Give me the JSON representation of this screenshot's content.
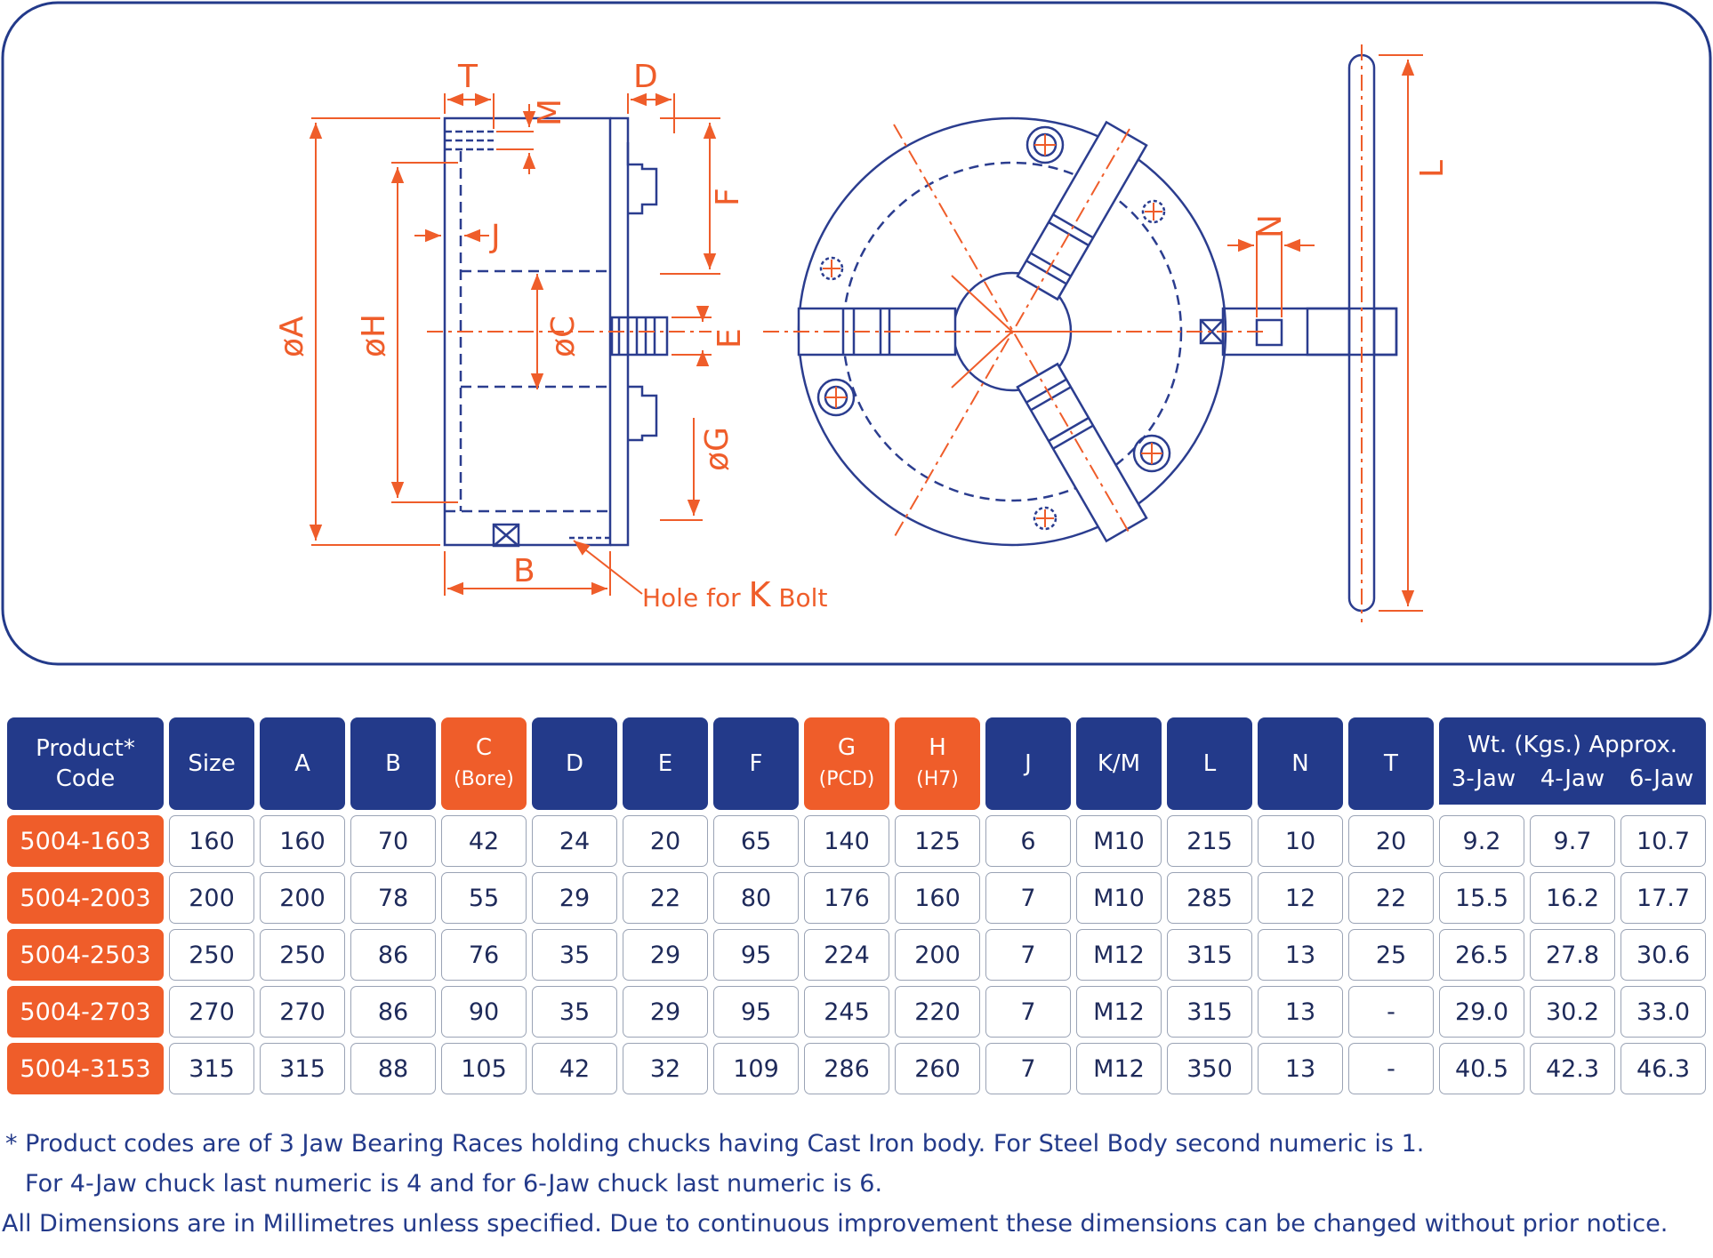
{
  "drawing": {
    "labels": {
      "T": "T",
      "D": "D",
      "M": "M",
      "F": "F",
      "J": "J",
      "A": "øA",
      "H": "øH",
      "C": "øC",
      "E": "E",
      "G": "øG",
      "B": "B",
      "L": "L",
      "N": "N"
    },
    "hole_note": {
      "prefix": "Hole for ",
      "k": "K",
      "suffix": " Bolt"
    }
  },
  "colors": {
    "navy": "#233a8a",
    "orange": "#ef5d2a",
    "line": "#2b3d8f"
  },
  "table": {
    "headers": {
      "code": "Product* Code",
      "size": "Size",
      "a": "A",
      "b": "B",
      "c": "C",
      "c_sub": "(Bore)",
      "d": "D",
      "e": "E",
      "f": "F",
      "g": "G",
      "g_sub": "(PCD)",
      "h": "H",
      "h_sub": "(H7)",
      "j": "J",
      "km": "K/M",
      "l": "L",
      "n": "N",
      "t": "T",
      "wt": "Wt. (Kgs.) Approx.",
      "jaw3": "3-Jaw",
      "jaw4": "4-Jaw",
      "jaw6": "6-Jaw"
    },
    "rows": [
      [
        "5004-1603",
        "160",
        "160",
        "70",
        "42",
        "24",
        "20",
        "65",
        "140",
        "125",
        "6",
        "M10",
        "215",
        "10",
        "20",
        "9.2",
        "9.7",
        "10.7"
      ],
      [
        "5004-2003",
        "200",
        "200",
        "78",
        "55",
        "29",
        "22",
        "80",
        "176",
        "160",
        "7",
        "M10",
        "285",
        "12",
        "22",
        "15.5",
        "16.2",
        "17.7"
      ],
      [
        "5004-2503",
        "250",
        "250",
        "86",
        "76",
        "35",
        "29",
        "95",
        "224",
        "200",
        "7",
        "M12",
        "315",
        "13",
        "25",
        "26.5",
        "27.8",
        "30.6"
      ],
      [
        "5004-2703",
        "270",
        "270",
        "86",
        "90",
        "35",
        "29",
        "95",
        "245",
        "220",
        "7",
        "M12",
        "315",
        "13",
        "-",
        "29.0",
        "30.2",
        "33.0"
      ],
      [
        "5004-3153",
        "315",
        "315",
        "88",
        "105",
        "42",
        "32",
        "109",
        "286",
        "260",
        "7",
        "M12",
        "350",
        "13",
        "-",
        "40.5",
        "42.3",
        "46.3"
      ]
    ]
  },
  "notes": {
    "line1": "* Product codes are of 3 Jaw Bearing Races holding chucks having Cast Iron body. For Steel Body second numeric is 1.",
    "line2": "For 4-Jaw chuck last numeric is 4 and for 6-Jaw chuck last numeric is 6.",
    "line3": "All Dimensions are in Millimetres unless specified. Due to continuous improvement these dimensions can be changed without prior notice."
  }
}
